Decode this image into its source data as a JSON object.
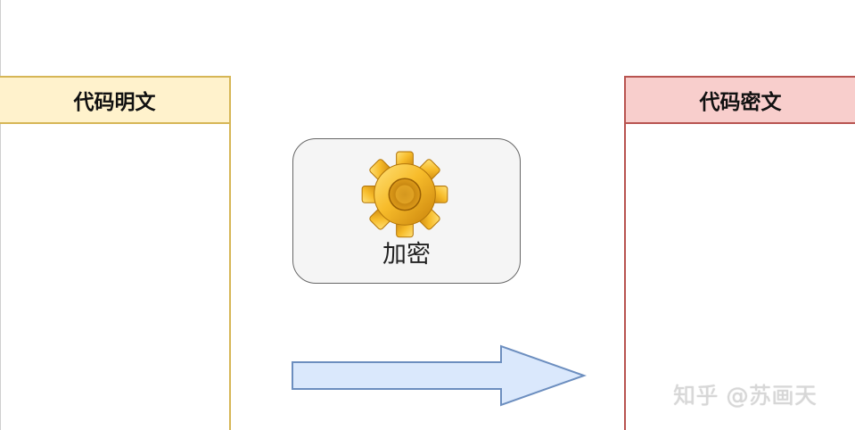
{
  "diagram": {
    "plaintext_lane": {
      "label": "代码明文",
      "fill": "#fff2cc",
      "stroke": "#d6b656"
    },
    "ciphertext_lane": {
      "label": "代码密文",
      "fill": "#f8cecc",
      "stroke": "#b85450"
    },
    "process": {
      "label": "加密",
      "icon": "gear-icon",
      "fill": "#f5f5f5",
      "stroke": "#666666"
    },
    "arrow": {
      "fill": "#dae8fc",
      "stroke": "#6c8ebf"
    }
  },
  "watermark": {
    "text": "知乎 @苏画天"
  }
}
